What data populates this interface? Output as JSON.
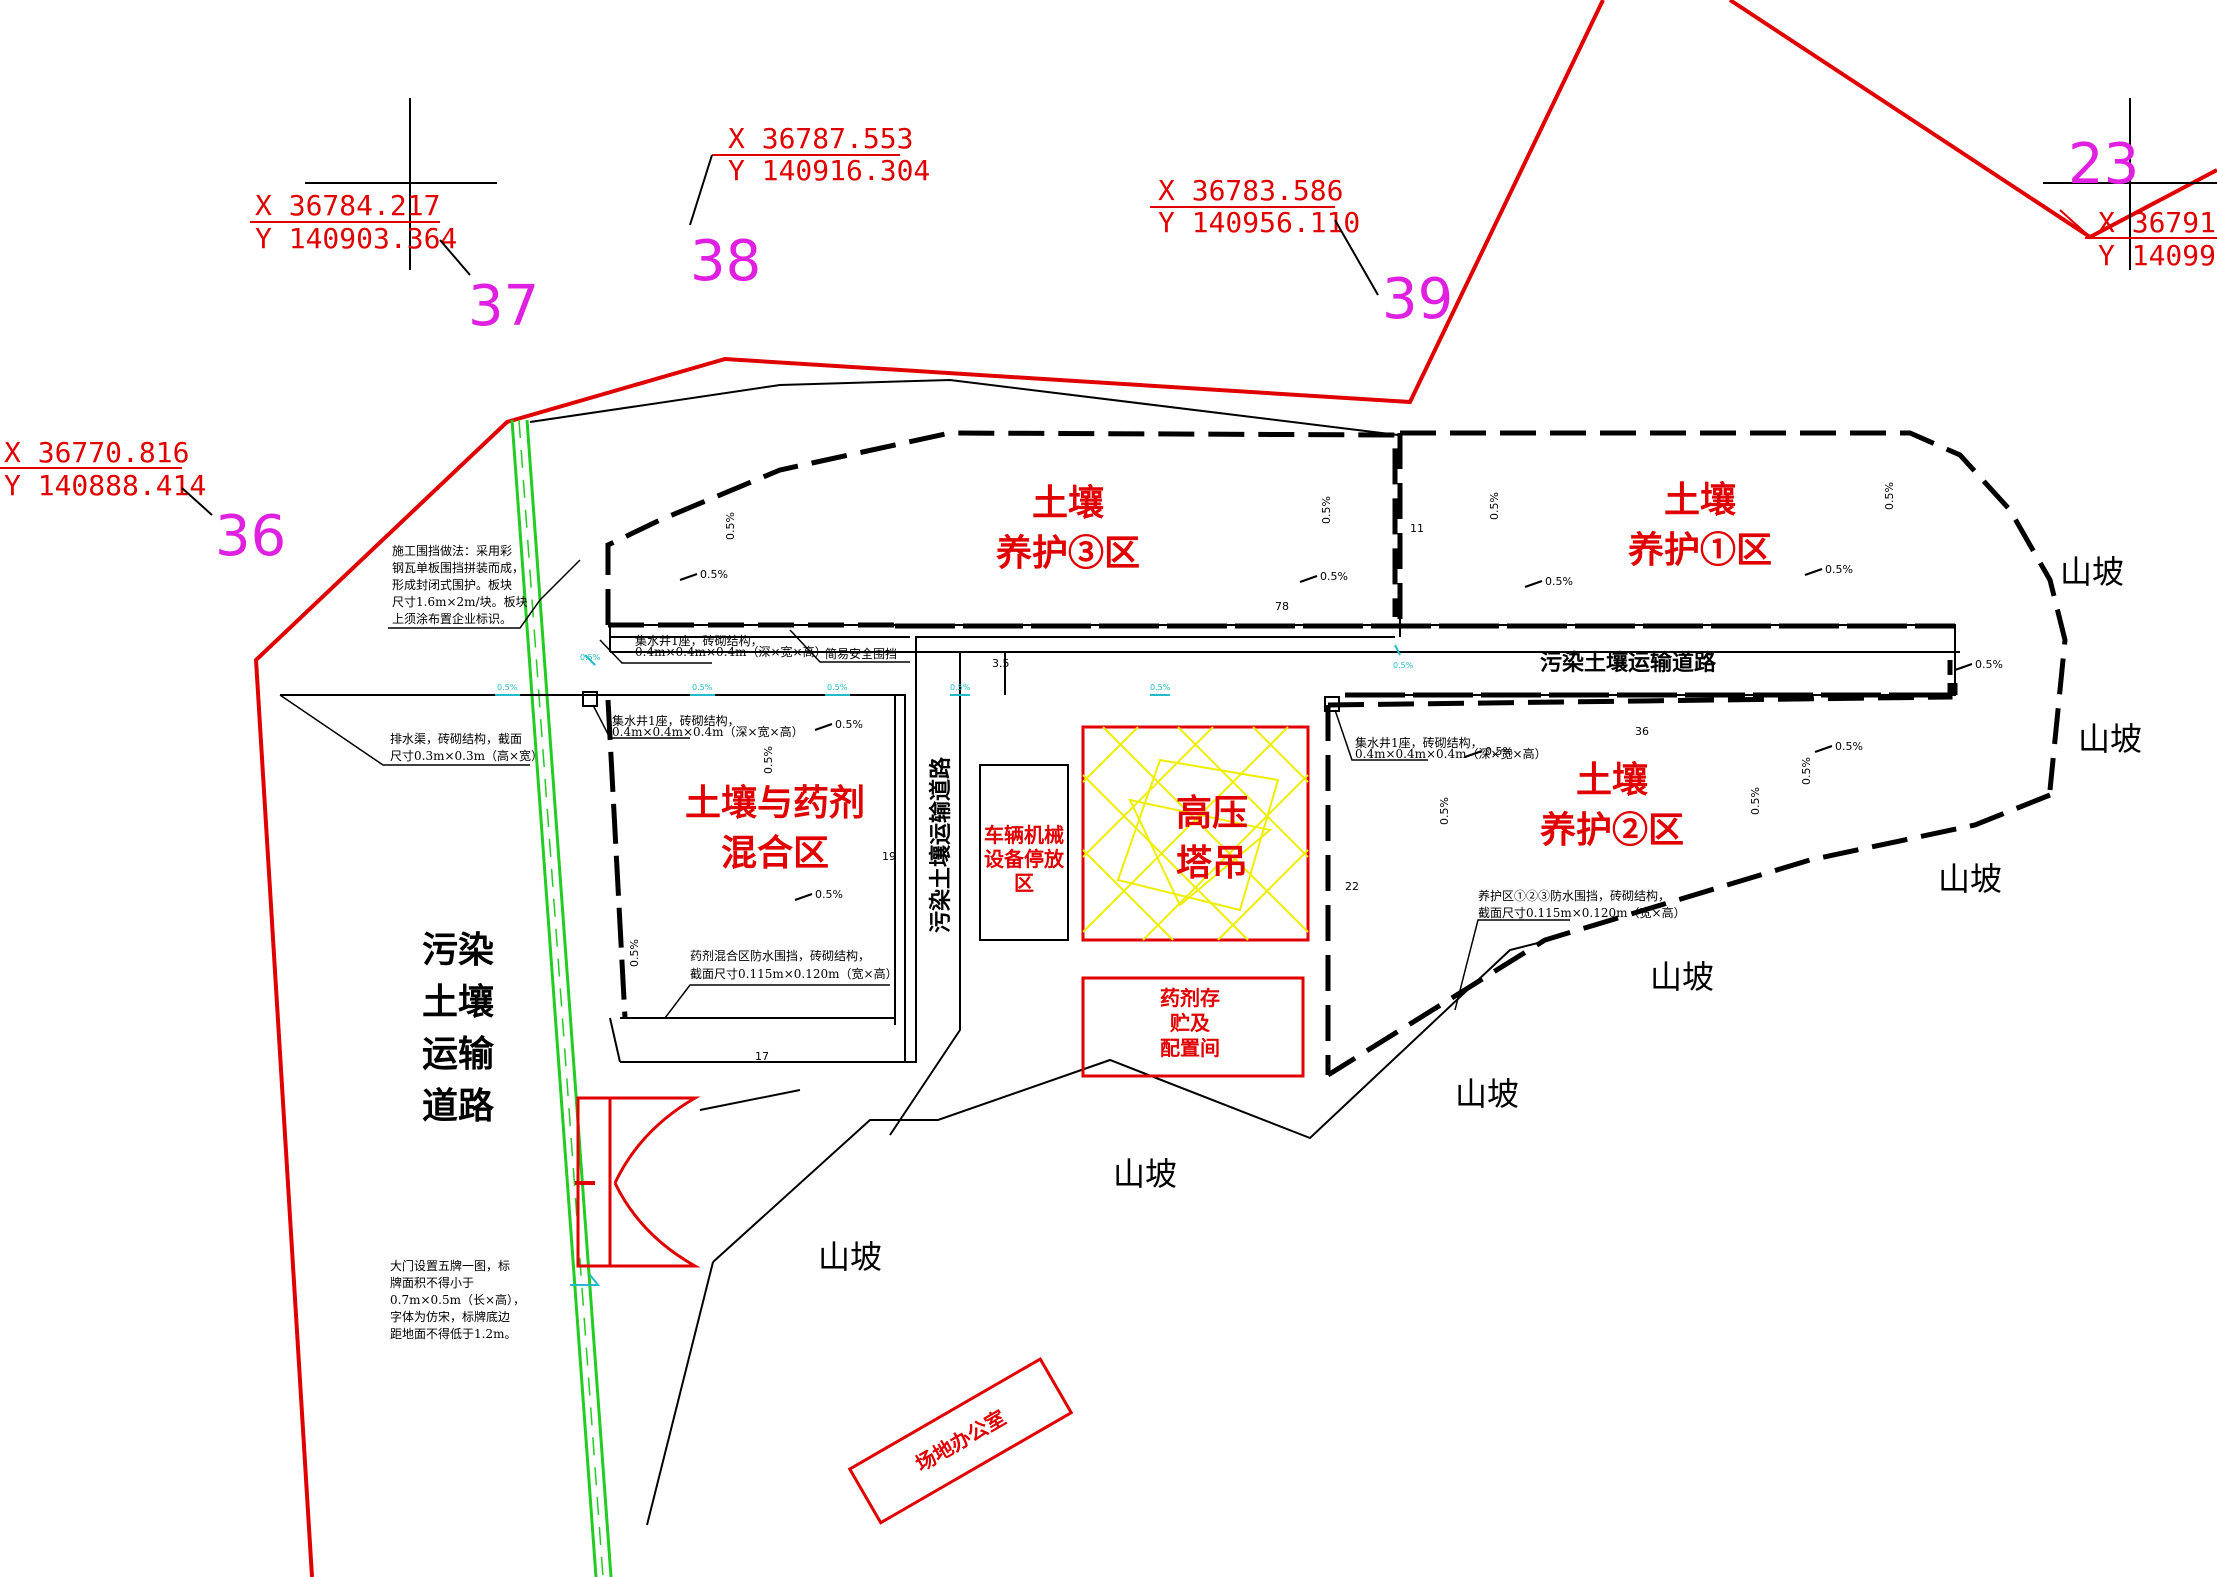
{
  "points": [
    {
      "no": "37",
      "x": "X 36784.217",
      "y": "Y 140903.364"
    },
    {
      "no": "38",
      "x": "X 36787.553",
      "y": "Y 140916.304"
    },
    {
      "no": "39",
      "x": "X 36783.586",
      "y": "Y 140956.110"
    },
    {
      "no": "36",
      "x": "X 36770.816",
      "y": "Y 140888.414"
    },
    {
      "no": "23",
      "x": "X 36791.",
      "y": "Y 14099"
    }
  ],
  "zones": {
    "care3": [
      "土壤",
      "养护③区"
    ],
    "care1": [
      "土壤",
      "养护①区"
    ],
    "care2": [
      "土壤",
      "养护②区"
    ],
    "mix": [
      "土壤与药剂",
      "混合区"
    ],
    "crane": [
      "高压",
      "塔吊"
    ],
    "vehicle": [
      "车辆机械",
      "设备停放",
      "区"
    ],
    "storage": [
      "药剂存",
      "贮及",
      "配置间"
    ],
    "office": "场地办公室"
  },
  "roads": {
    "main": "污染土壤运输道路",
    "vertical": "污染土壤运输道路",
    "left": [
      "污染",
      "土壤",
      "运输",
      "道路"
    ]
  },
  "slope_label": "山坡",
  "gradient_label": "0.5%",
  "dimensions": {
    "d78": "78",
    "d11": "11",
    "d35": "3.5",
    "d36": "36",
    "d19": "19",
    "d17": "17",
    "d22": "22"
  },
  "notes": {
    "fence": [
      "施工围挡做法：采用彩",
      "钢瓦单板围挡拼装而成，",
      "形成封闭式围护。板块",
      "尺寸1.6m×2m/块。板块",
      "上须涂布置企业标识。"
    ],
    "safety_fence": "简易安全围挡",
    "drain": [
      "排水渠，砖砌结构，截面",
      "尺寸0.3m×0.3m（高×宽）"
    ],
    "mix_wall": [
      "药剂混合区防水围挡，砖砌结构，",
      "截面尺寸0.115m×0.120m（宽×高）"
    ],
    "care_wall": [
      "养护区①②③防水围挡，砖砌结构，",
      "截面尺寸0.115m×0.120m（宽×高）"
    ],
    "gate": [
      "大门设置五牌一图，标",
      "牌面积不得小于",
      "0.7m×0.5m（长×高），",
      "字体为仿宋，标牌底边",
      "距地面不得低于1.2m。"
    ],
    "sump_a": [
      "集水井1座，砖砌结构，",
      "0.4m×0.4m×0.4m（深×宽×高）"
    ],
    "sump_b": [
      "集水井1座，砖砌结构，",
      "0.4m×0.4m×0.4m（深×宽×高）"
    ],
    "sump_c": [
      "集水井1座，砖砌结构，",
      "0.4m×0.4m×0.4m（深×宽×高）"
    ]
  },
  "drain_marks": [
    "0.5%",
    "0.5%",
    "0.5%",
    "0.5%",
    "0.5%",
    "0.5%",
    "0.5%"
  ],
  "colors": {
    "boundary": "#e00000",
    "fence": "#22cc22",
    "point": "#e020e0",
    "crane": "#eeee00",
    "drain": "#22bbcc"
  }
}
